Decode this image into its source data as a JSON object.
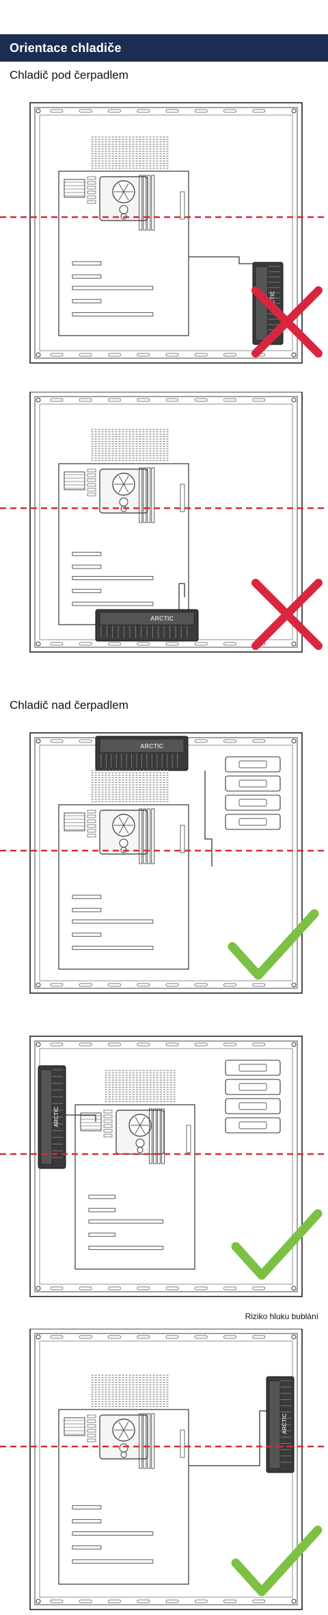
{
  "header": {
    "title": "Orientace chladiče"
  },
  "sections": [
    {
      "label": "Chladič pod čerpadlem"
    },
    {
      "label": "Chladič nad čerpadlem"
    }
  ],
  "diagrams": [
    {
      "id": "rad-below-side",
      "radiator": "lower-right-vertical",
      "result": "incorrect",
      "mark_icon": "cross-icon"
    },
    {
      "id": "rad-below-bottom",
      "radiator": "bottom-horizontal",
      "result": "incorrect",
      "mark_icon": "cross-icon"
    },
    {
      "id": "rad-above-top",
      "radiator": "top-horizontal",
      "result": "correct",
      "mark_icon": "check-icon"
    },
    {
      "id": "rad-above-front",
      "radiator": "front-vertical",
      "result": "correct",
      "mark_icon": "check-icon"
    },
    {
      "id": "rad-above-rear",
      "radiator": "rear-vertical",
      "result": "correct",
      "mark_icon": "check-icon",
      "caption": "Riziko hluku bublání"
    }
  ],
  "logo_text": "ARCTIC",
  "colors": {
    "header_bg": "#1b2d52",
    "header_text": "#ffffff",
    "level_line": "#d42a3a",
    "cross": "#d9263f",
    "check": "#7cc144",
    "radiator": "#3a3a3a"
  }
}
